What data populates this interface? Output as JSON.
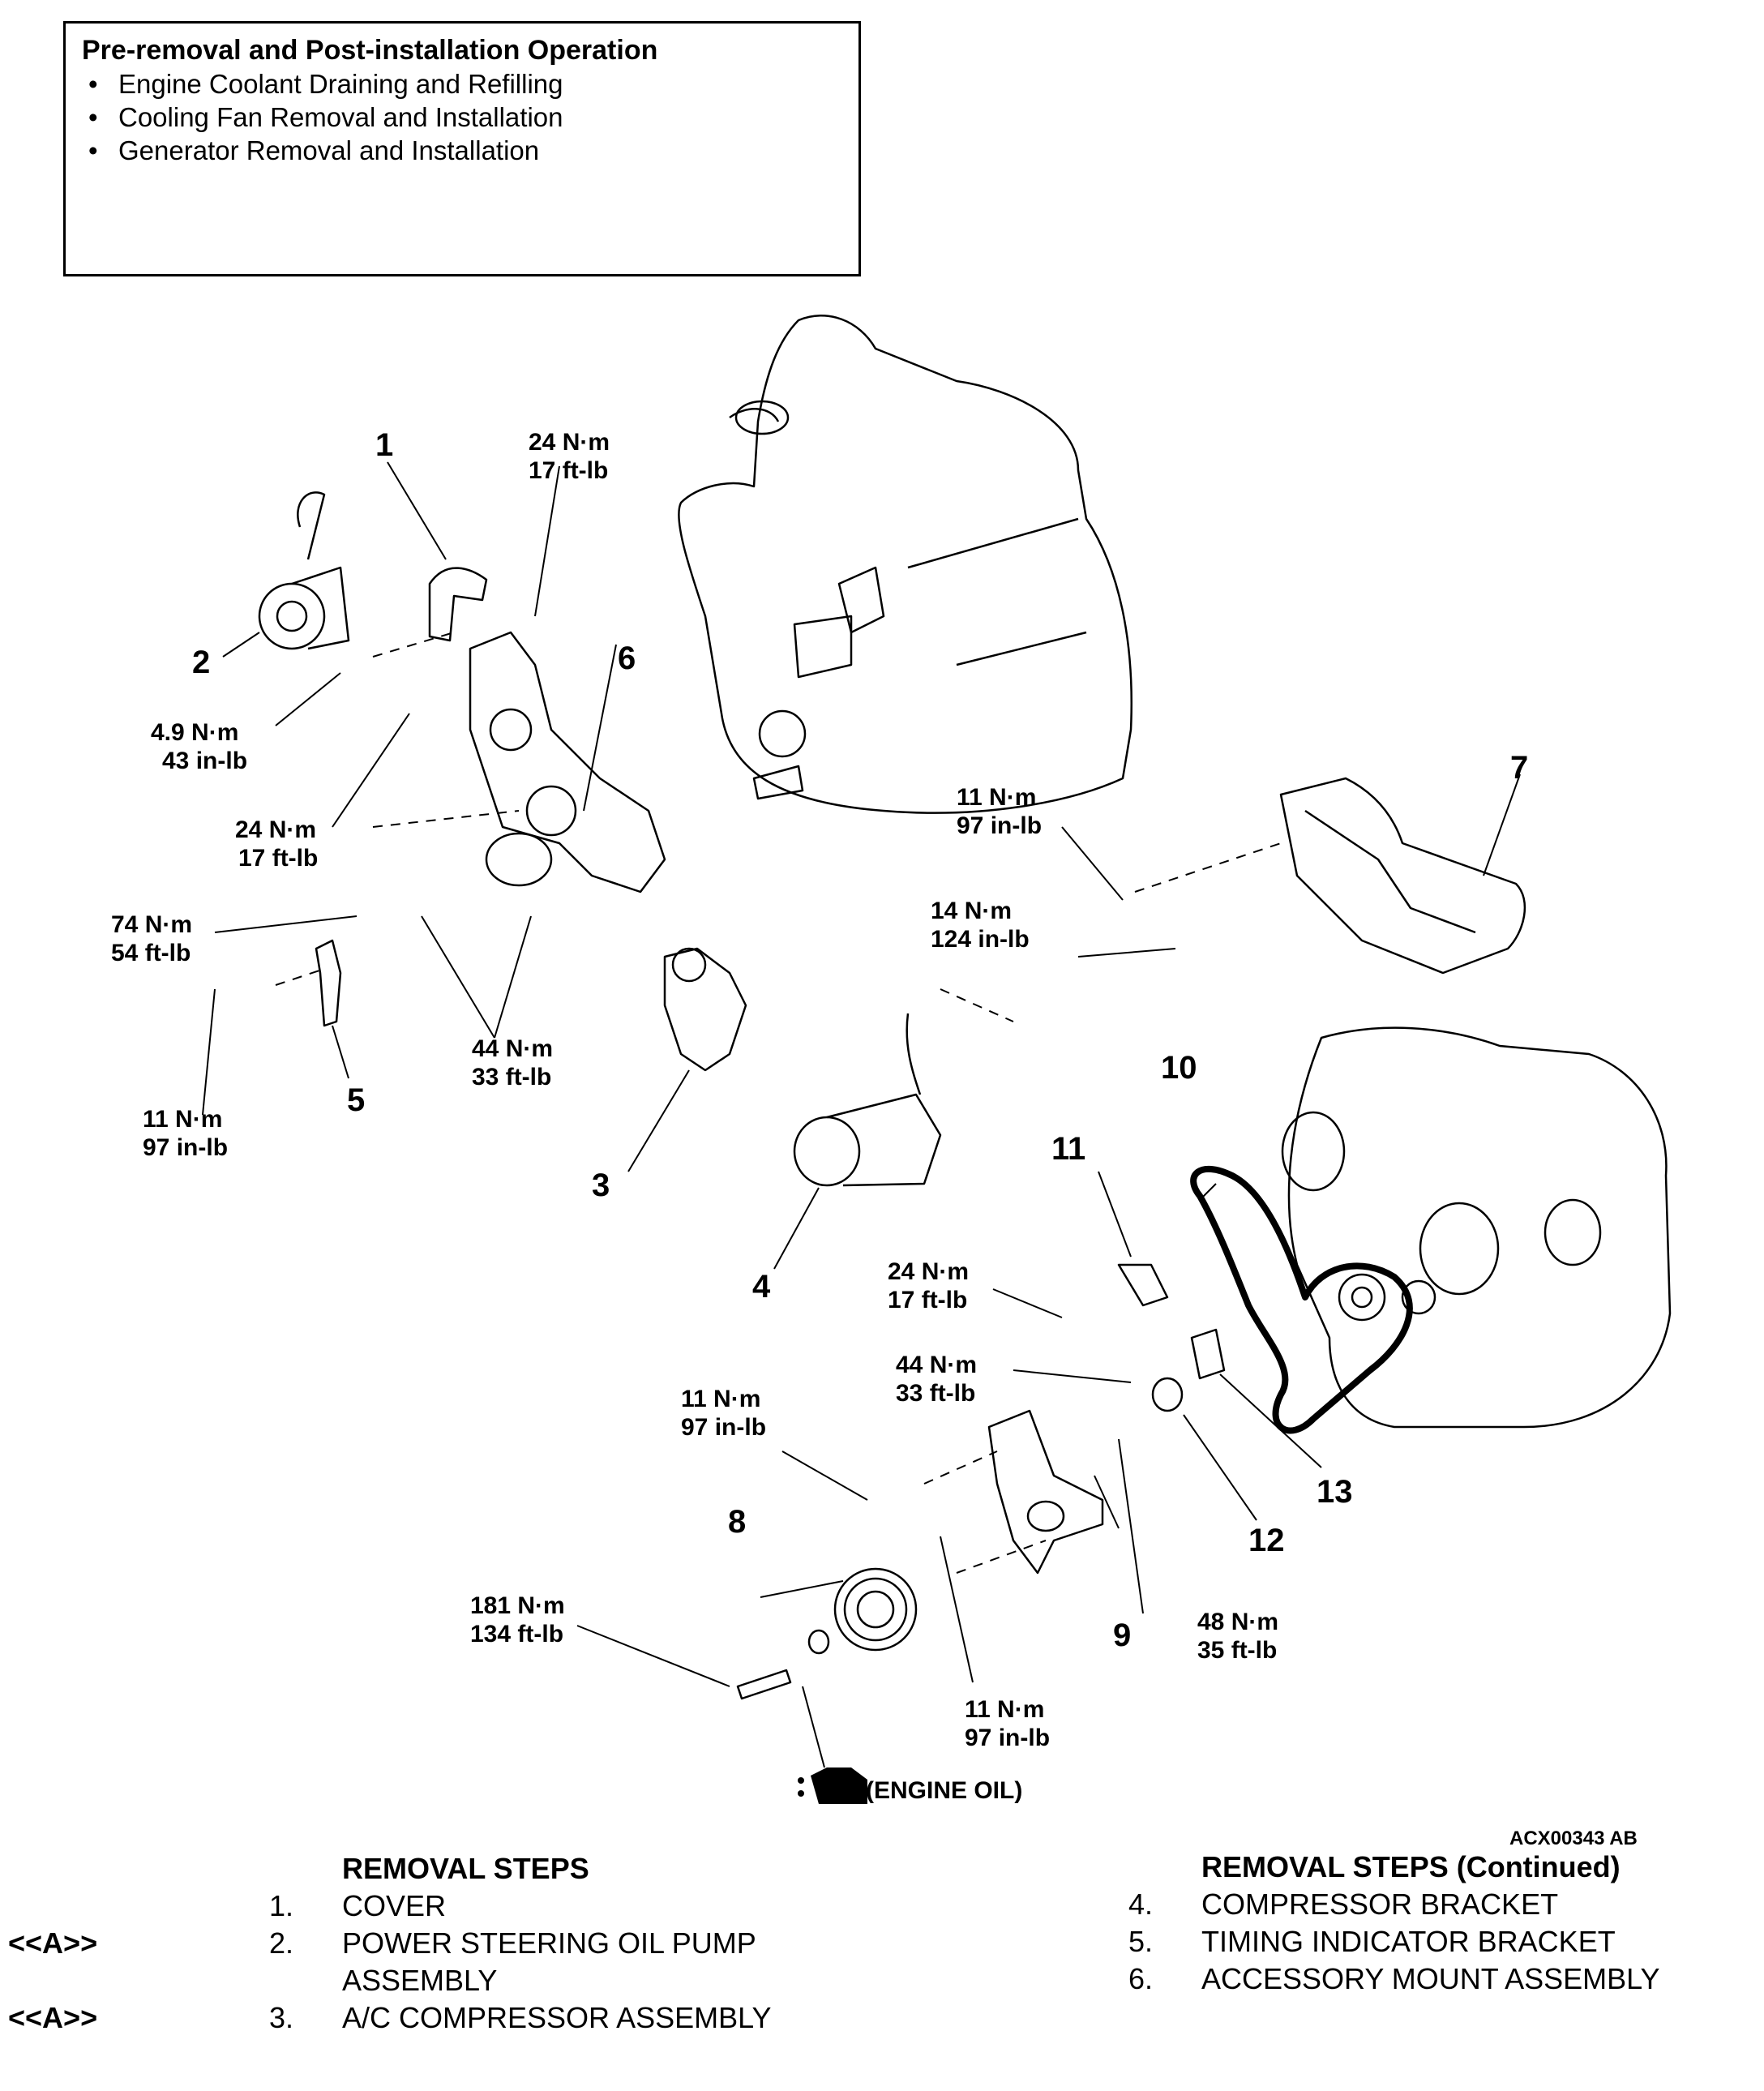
{
  "pre_box": {
    "title": "Pre-removal and Post-installation Operation",
    "items": [
      "Engine Coolant Draining and Refilling",
      "Cooling Fan Removal and Installation",
      "Generator Removal and Installation"
    ]
  },
  "torques": {
    "t1": {
      "nm": "24 N·m",
      "imp": "17 ft-lb"
    },
    "t2": {
      "nm": "4.9 N·m",
      "imp": "43 in-lb"
    },
    "t3": {
      "nm": "24 N·m",
      "imp": "17 ft-lb"
    },
    "t4": {
      "nm": "74 N·m",
      "imp": "54 ft-lb"
    },
    "t5": {
      "nm": "44 N·m",
      "imp": "33 ft-lb"
    },
    "t6": {
      "nm": "11 N·m",
      "imp": "97 in-lb"
    },
    "t7": {
      "nm": "11 N·m",
      "imp": "97 in-lb"
    },
    "t8": {
      "nm": "14 N·m",
      "imp": "124 in-lb"
    },
    "t9": {
      "nm": "24 N·m",
      "imp": "17 ft-lb"
    },
    "t10": {
      "nm": "44 N·m",
      "imp": "33 ft-lb"
    },
    "t11": {
      "nm": "11 N·m",
      "imp": "97 in-lb"
    },
    "t12": {
      "nm": "181 N·m",
      "imp": "134 ft-lb"
    },
    "t13": {
      "nm": "11 N·m",
      "imp": "97 in-lb"
    },
    "t14": {
      "nm": "48 N·m",
      "imp": "35 ft-lb"
    }
  },
  "callouts": [
    "1",
    "2",
    "3",
    "4",
    "5",
    "6",
    "7",
    "8",
    "9",
    "10",
    "11",
    "12",
    "13"
  ],
  "engine_oil_label": "(ENGINE OIL)",
  "figure_code": "ACX00343 AB",
  "steps_left": {
    "title": "REMOVAL STEPS",
    "items": [
      {
        "ref": "",
        "n": "1.",
        "t": "COVER"
      },
      {
        "ref": "<<A>>",
        "n": "2.",
        "t": "POWER STEERING OIL PUMP"
      },
      {
        "ref": "",
        "n": "",
        "t": "ASSEMBLY"
      },
      {
        "ref": "<<A>>",
        "n": "3.",
        "t": "A/C COMPRESSOR ASSEMBLY"
      }
    ]
  },
  "steps_right": {
    "title": "REMOVAL STEPS (Continued)",
    "items": [
      {
        "n": "4.",
        "t": "COMPRESSOR BRACKET"
      },
      {
        "n": "5.",
        "t": "TIMING INDICATOR BRACKET"
      },
      {
        "n": "6.",
        "t": "ACCESSORY MOUNT ASSEMBLY"
      }
    ]
  }
}
